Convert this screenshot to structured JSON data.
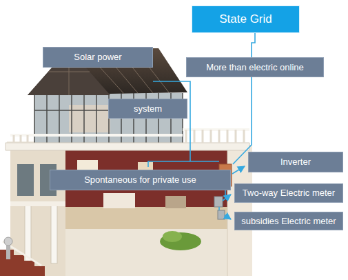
{
  "diagram": {
    "nodes": [
      {
        "text": [
          "State Grid"
        ]
      },
      {
        "text": [
          "Solar power"
        ]
      },
      {
        "text": [
          "More than electric online"
        ]
      },
      {
        "text": [
          "system"
        ]
      },
      {
        "text": [
          "Inverter"
        ]
      },
      {
        "text": [
          "Spontaneous for private use"
        ]
      },
      {
        "text": [
          "Two-way Electric meter"
        ]
      },
      {
        "text": [
          "subsidies Electric meter"
        ]
      }
    ]
  }
}
